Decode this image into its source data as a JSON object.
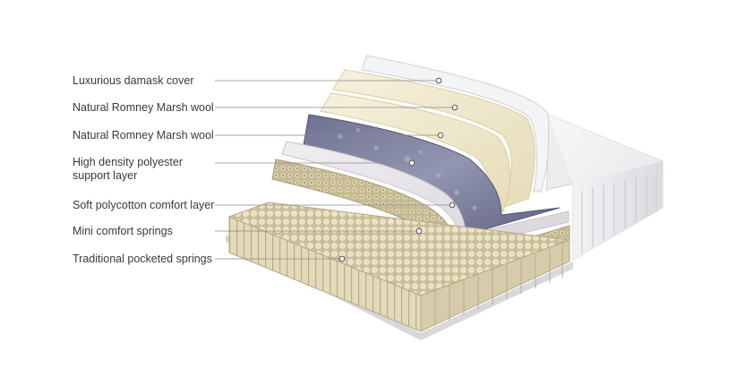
{
  "layers": [
    {
      "label": "Luxurious damask cover"
    },
    {
      "label": "Natural Romney Marsh wool"
    },
    {
      "label": "Natural Romney Marsh wool"
    },
    {
      "label": "High density polyester support layer"
    },
    {
      "label": "Soft polycotton comfort layer"
    },
    {
      "label": "Mini comfort springs"
    },
    {
      "label": "Traditional pocketed springs"
    }
  ],
  "colors": {
    "label_text": "#3a3a3a",
    "leader_line": "#8a8a8a",
    "cover": "#e9eaec",
    "wool": "#efe8cf",
    "polyester": "#7d7f9a",
    "polycotton": "#e6e2e6",
    "mini_springs": "#cfc4a1",
    "pocket_springs": "#ddd3b2"
  }
}
